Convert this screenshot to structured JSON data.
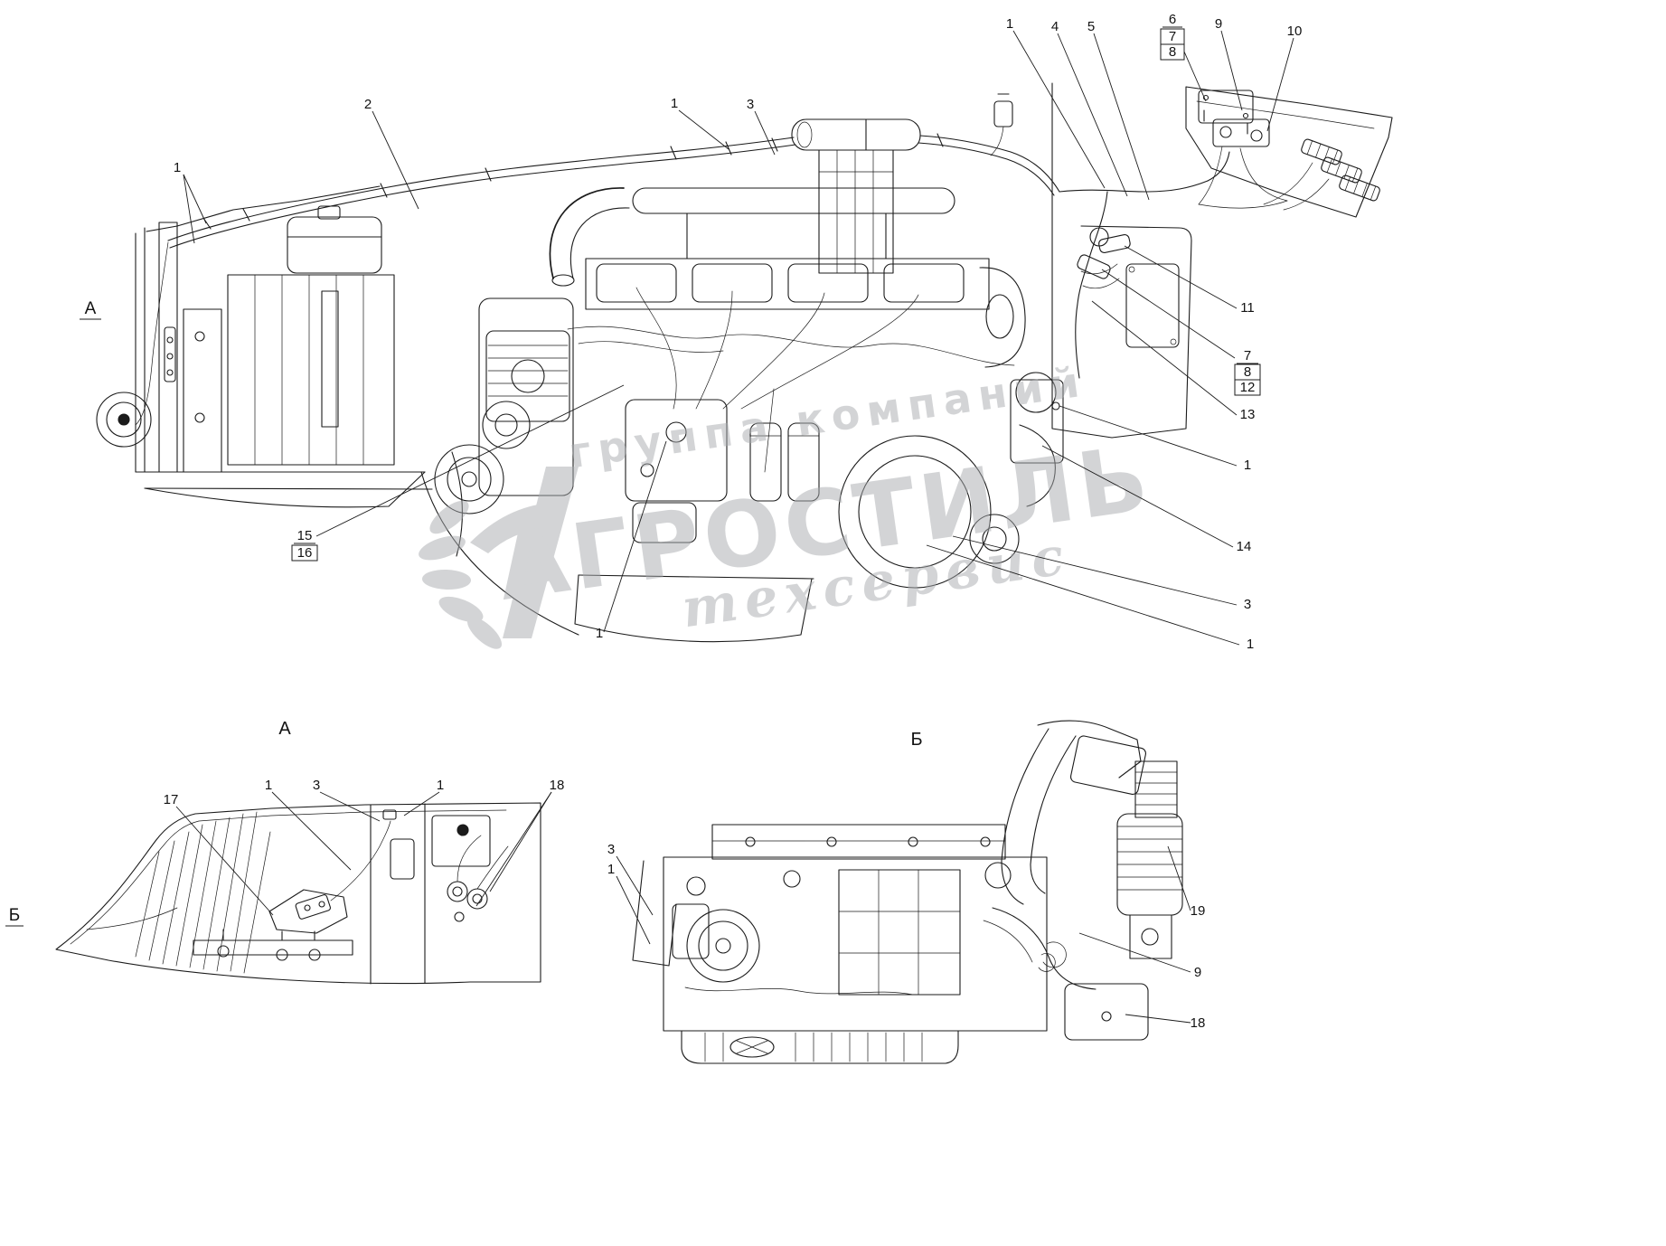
{
  "drawing": {
    "background": "#ffffff",
    "line_color": "#1b1b1b",
    "watermark_color": "#a8abae"
  },
  "watermark": {
    "top": "группа компаний",
    "main": "АГРОСТИЛЬ",
    "bottom": "техсервис"
  },
  "views": {
    "main": {
      "direction_label": "А"
    },
    "view_a": {
      "title": "А",
      "direction_label": "Б"
    },
    "view_b": {
      "title": "Б"
    }
  },
  "callouts": {
    "main": [
      {
        "label": "1"
      },
      {
        "label": "2"
      },
      {
        "label": "1"
      },
      {
        "label": "3"
      },
      {
        "label": "1"
      },
      {
        "label": "4"
      },
      {
        "label": "5"
      },
      {
        "label": "6"
      },
      {
        "label": "7",
        "boxed": true
      },
      {
        "label": "8",
        "boxed": true
      },
      {
        "label": "9"
      },
      {
        "label": "10"
      },
      {
        "label": "11"
      },
      {
        "label": "7"
      },
      {
        "label": "8",
        "boxed": true
      },
      {
        "label": "12",
        "boxed": true
      },
      {
        "label": "13"
      },
      {
        "label": "1"
      },
      {
        "label": "14"
      },
      {
        "label": "3"
      },
      {
        "label": "1"
      },
      {
        "label": "15"
      },
      {
        "label": "16",
        "boxed": true
      },
      {
        "label": "1"
      }
    ],
    "view_a": [
      {
        "label": "17"
      },
      {
        "label": "1"
      },
      {
        "label": "3"
      },
      {
        "label": "1"
      },
      {
        "label": "18"
      }
    ],
    "view_b": [
      {
        "label": "3"
      },
      {
        "label": "1"
      },
      {
        "label": "19"
      },
      {
        "label": "9"
      },
      {
        "label": "18"
      }
    ]
  }
}
